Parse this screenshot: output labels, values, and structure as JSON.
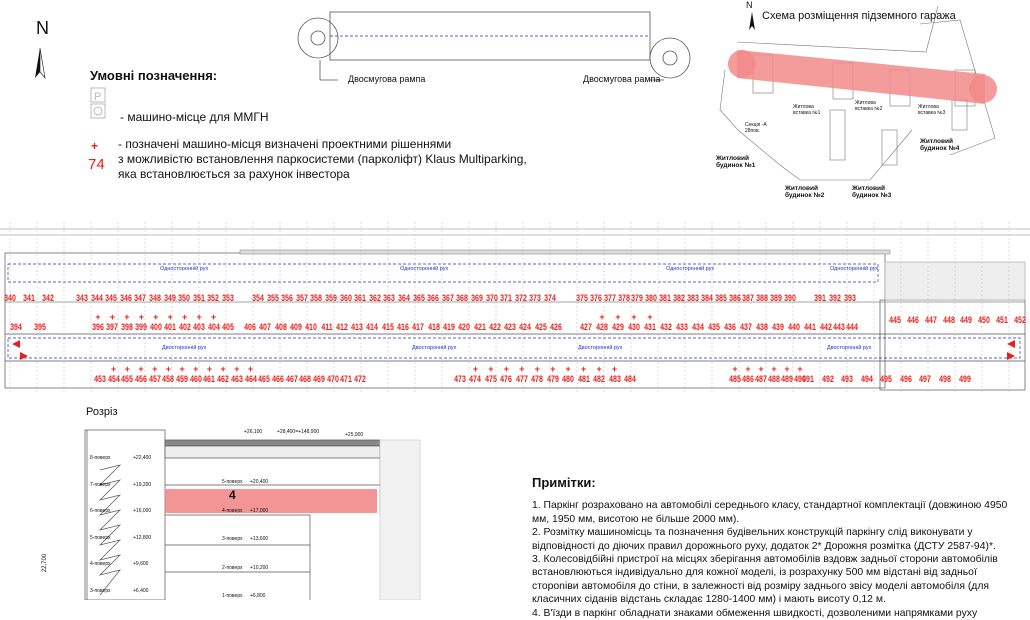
{
  "north_label": "N",
  "legend": {
    "title": "Умовні позначення:",
    "mmgn_label": "- машино-місце для ММГН",
    "plus_symbol": "+",
    "plus_number": "74",
    "multiparking_lines": [
      "- позначені машино-місця визначені проектними рішеннями",
      "з можливістю встановлення паркосистеми (парколіфт) Klaus Multiparking,",
      "яка встановлюється за рахунок інвестора"
    ]
  },
  "overview": {
    "ramp_left": "Двосмугова рампа",
    "ramp_right": "Двосмугова рампа"
  },
  "scheme": {
    "title": "Схема розміщення підземного гаража",
    "north": "N",
    "buildings": [
      "Житловий будинок №1",
      "Житловий будинок №2",
      "Житловий будинок №3",
      "Житловий будинок №4"
    ],
    "inserts": [
      "Житлова вставка №1",
      "Житлова вставка №2",
      "Житлова вставка №3"
    ],
    "section_a": "Секція -А 28пов."
  },
  "plan": {
    "drive_one_way": "Односторонній рух",
    "drive_two_way": "Двосторонній рух",
    "rows": [
      {
        "row": "top",
        "segments": [
          [
            340,
            341,
            342
          ],
          [
            343,
            344,
            345,
            346,
            347,
            348,
            349,
            350,
            351,
            352,
            353
          ],
          [
            354,
            355,
            356,
            357,
            358,
            359,
            360,
            361,
            362,
            363,
            364,
            365,
            366,
            367,
            368,
            369,
            370,
            371,
            372,
            373,
            374
          ],
          [
            375,
            376,
            377,
            378,
            379,
            380,
            381,
            382,
            383,
            384,
            385,
            386,
            387,
            388,
            389,
            390
          ],
          [
            391,
            392,
            393
          ]
        ]
      },
      {
        "row": "middle",
        "segments": [
          [
            394,
            395
          ],
          [
            396,
            397,
            398,
            399,
            400,
            401,
            402,
            403,
            404,
            405
          ],
          [
            406,
            407,
            408,
            409,
            410,
            411,
            412,
            413,
            414,
            415,
            416,
            417,
            418,
            419,
            420,
            421,
            422,
            423,
            424,
            425,
            426
          ],
          [
            427,
            428,
            429,
            430,
            431,
            432,
            433,
            434,
            435,
            436,
            437,
            438,
            439,
            440,
            441
          ],
          [
            442,
            443,
            444
          ],
          [
            445,
            446,
            447,
            448,
            449,
            450,
            451,
            452
          ]
        ]
      },
      {
        "row": "bottom",
        "segments": [
          [
            453,
            454,
            455,
            456,
            457,
            458,
            459,
            460,
            461,
            462,
            463,
            464,
            465,
            466,
            467,
            468,
            469,
            470,
            471,
            472
          ],
          [
            473,
            474,
            475,
            476,
            477,
            478,
            479,
            480,
            481,
            482,
            483,
            484
          ],
          [
            485,
            486,
            487,
            488,
            489,
            490
          ],
          [
            491,
            492,
            493,
            494,
            495,
            496,
            497,
            498
          ],
          [
            499
          ]
        ]
      }
    ],
    "plus_spots": [
      396,
      397,
      398,
      399,
      400,
      401,
      402,
      403,
      404,
      428,
      429,
      430,
      431,
      454,
      455,
      456,
      457,
      458,
      459,
      460,
      461,
      462,
      463,
      464,
      474,
      475,
      476,
      477,
      478,
      479,
      480,
      481,
      482,
      483,
      485,
      486,
      487,
      488,
      489,
      490
    ]
  },
  "section": {
    "title": "Розріз",
    "highlight_level": "4",
    "total_height": "22,700",
    "top_marks": [
      "+26,100",
      "+28,400=+148,900",
      "+25,900"
    ],
    "stair_floors": [
      [
        "8-поверх",
        "+22,400"
      ],
      [
        "7-поверх",
        "+19,200"
      ],
      [
        "6-поверх",
        "+16,000"
      ],
      [
        "5-поверх",
        "+12,800"
      ],
      [
        "4-поверх",
        "+9,600"
      ],
      [
        "3-поверх",
        "+6,400"
      ]
    ],
    "park_floors": [
      [
        "5-поверх",
        "+20,400"
      ],
      [
        "4-поверх",
        "+17,000"
      ],
      [
        "3-поверх",
        "+13,600"
      ],
      [
        "2-поверх",
        "+10,200"
      ],
      [
        "1-поверх",
        "+6,800"
      ]
    ]
  },
  "notes": {
    "title": "Примітки:",
    "items": [
      "1. Паркінг розраховано на автомобілі середнього класу, стандартної комплектації (довжиною 4950 мм, 1950 мм, висотою не більше 2000 мм).",
      "2. Розмітку машиномісць та позначення будівельних конструкцій паркінгу слід виконувати у відповідності до діючих правил дорожнього руху, додаток 2* Дорожня розмітка (ДСТУ 2587-94)*.",
      "3. Колесовідбійні пристрої на місцях зберігання автомобілів вздовж задньої сторони автомобілів встановлюються індивідуально для кожної моделі, із розрахунку 500 мм відстані від задньої стороniви автомобіля до стіни, в залежності від розміру заднього звісу моделі автомобіля (для класичних сіданів відстань складає 1280-1400 мм) і мають висоту 0,12 м.",
      "4. В'їзди в паркінг обладнати знаками обмеження швидкості, дозволеними напрямками руху"
    ]
  },
  "colors": {
    "red": "#e8201c",
    "highlight": "#f28a8a",
    "drive": "#2030d0"
  }
}
